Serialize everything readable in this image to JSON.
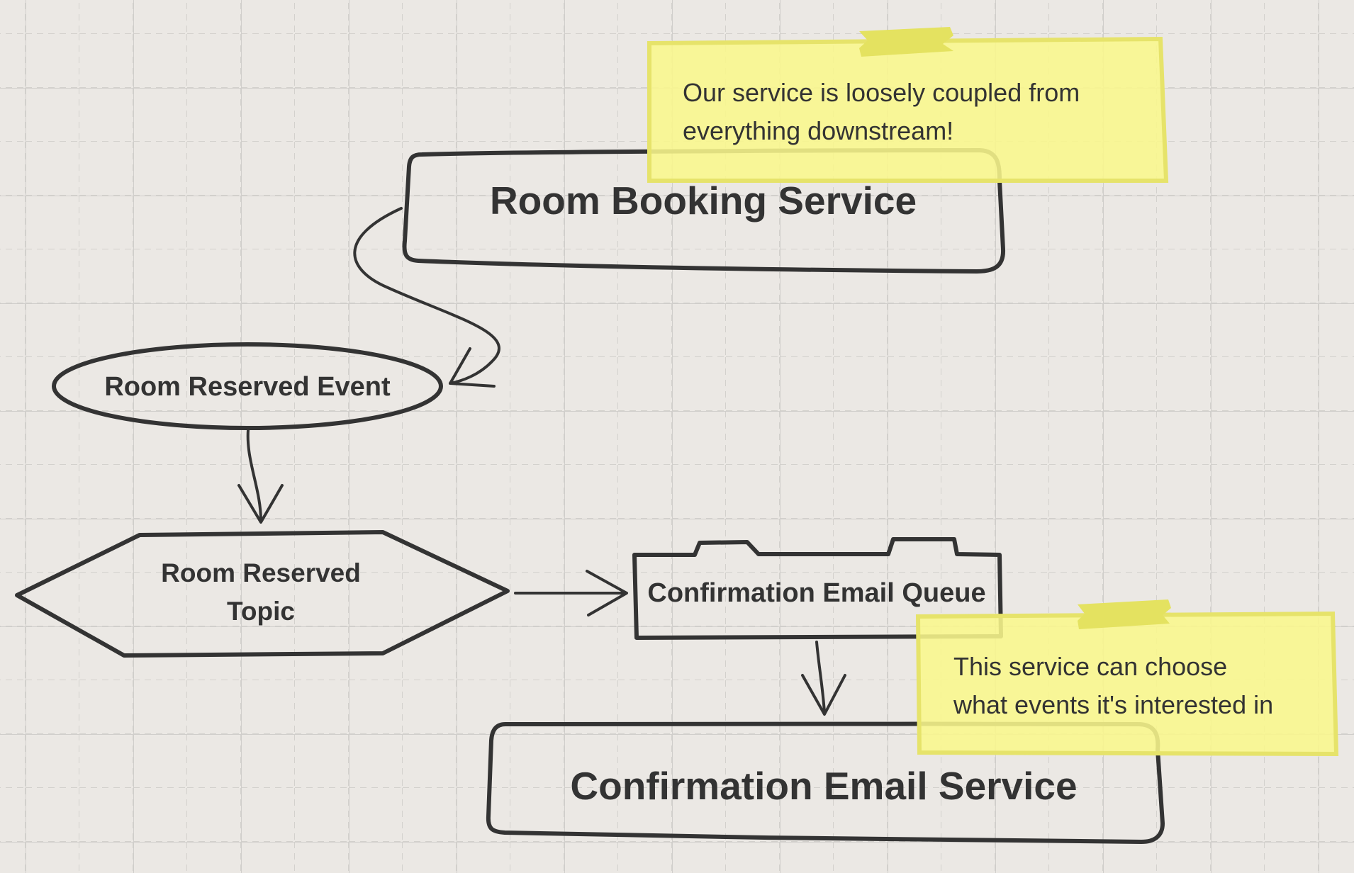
{
  "diagram": {
    "nodes": {
      "room_booking_service": "Room Booking Service",
      "room_reserved_event": "Room Reserved Event",
      "room_reserved_topic": [
        "Room Reserved",
        "Topic"
      ],
      "confirmation_email_queue": "Confirmation Email Queue",
      "confirmation_email_service": "Confirmation Email Service"
    },
    "notes": {
      "decoupling": [
        "Our service is loosely coupled from",
        "everything downstream!"
      ],
      "subscription": [
        "This service can choose",
        "what events it's interested in"
      ]
    },
    "colors": {
      "background": "#ebe8e4",
      "stroke": "#333333",
      "sticky_note": "#f9f78c",
      "sticky_border": "#e6e36a",
      "tape": "#e4e260"
    }
  }
}
